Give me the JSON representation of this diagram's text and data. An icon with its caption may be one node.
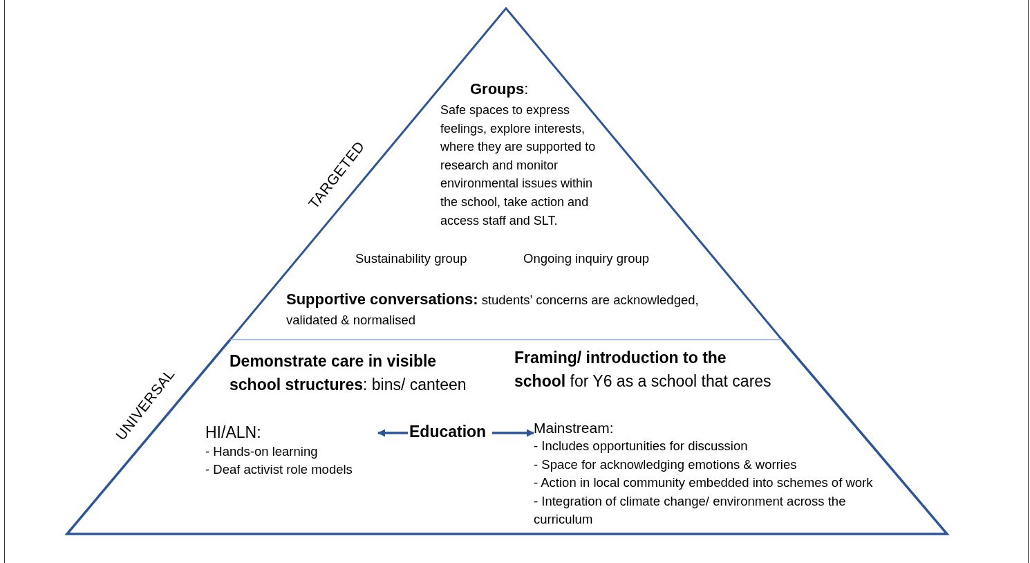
{
  "diagram": {
    "nodes": [
      {
        "text": [
          "TARGETED"
        ]
      },
      {
        "text": [
          "UNIVERSAL"
        ]
      },
      {
        "text": [
          "HI/ALN:",
          "- Hands-on learning",
          "- Deaf activist role models"
        ],
        "in": 1
      },
      {
        "text": [
          "Education"
        ],
        "in": 1
      },
      {
        "text": [
          "Mainstream:",
          "- Includes opportunities for discussion",
          "- Space for acknowledging emotions & worries",
          "- Action in local community embedded into schemes of work",
          "- Integration of climate change/ environment across the curriculum"
        ],
        "in": 1
      }
    ],
    "edges": [
      {
        "from": 3,
        "to": 2,
        "arrow": "to"
      },
      {
        "from": 3,
        "to": 4,
        "arrow": "to"
      }
    ],
    "labels": [
      "**Groups**:",
      "Safe spaces to express feelings, explore interests, where they are supported to research and monitor environmental issues within the school, take action and access staff and SLT.",
      "Sustainability group",
      "Ongoing inquiry group",
      "**Supportive conversations:** students’ concerns are acknowledged, validated & normalised",
      "**Demonstrate care in visible school structures**: bins/ canteen",
      "**Framing/ introduction to the school** for Y6 as a school that cares"
    ]
  }
}
